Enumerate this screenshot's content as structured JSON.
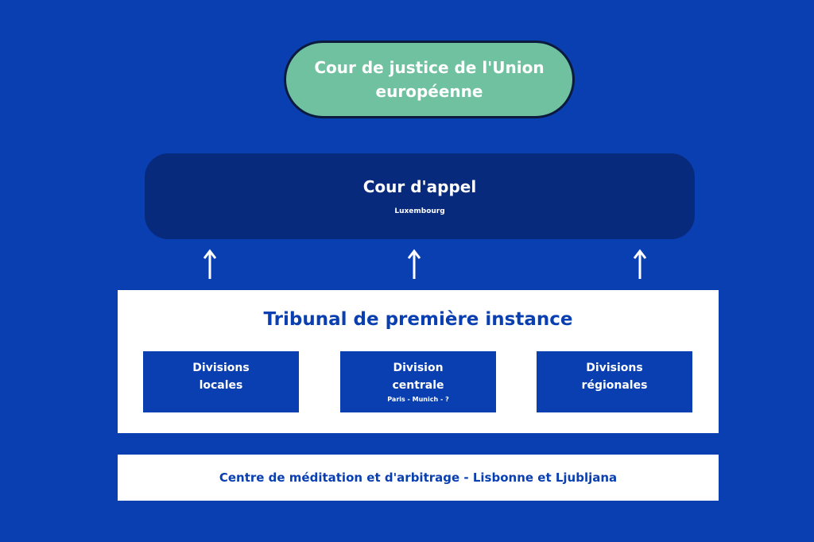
{
  "colors": {
    "background": "#0a3fb1",
    "cjue_fill": "#70c1a0",
    "cjue_border": "#0b1a3d",
    "appel_fill": "#082a7c",
    "white": "#ffffff"
  },
  "cjue": {
    "label": "Cour de justice de l'Union européenne"
  },
  "appel": {
    "title": "Cour d'appel",
    "location": "Luxembourg"
  },
  "arrows": [
    "up-arrow-icon",
    "up-arrow-icon",
    "up-arrow-icon"
  ],
  "tribunal": {
    "title": "Tribunal de première instance",
    "divisions": [
      {
        "label": "Divisions locales",
        "sub": ""
      },
      {
        "label": "Division centrale",
        "sub": "Paris - Munich - ?"
      },
      {
        "label": "Divisions régionales",
        "sub": ""
      }
    ]
  },
  "centre": {
    "label": "Centre de méditation et d'arbitrage - Lisbonne et Ljubljana"
  }
}
